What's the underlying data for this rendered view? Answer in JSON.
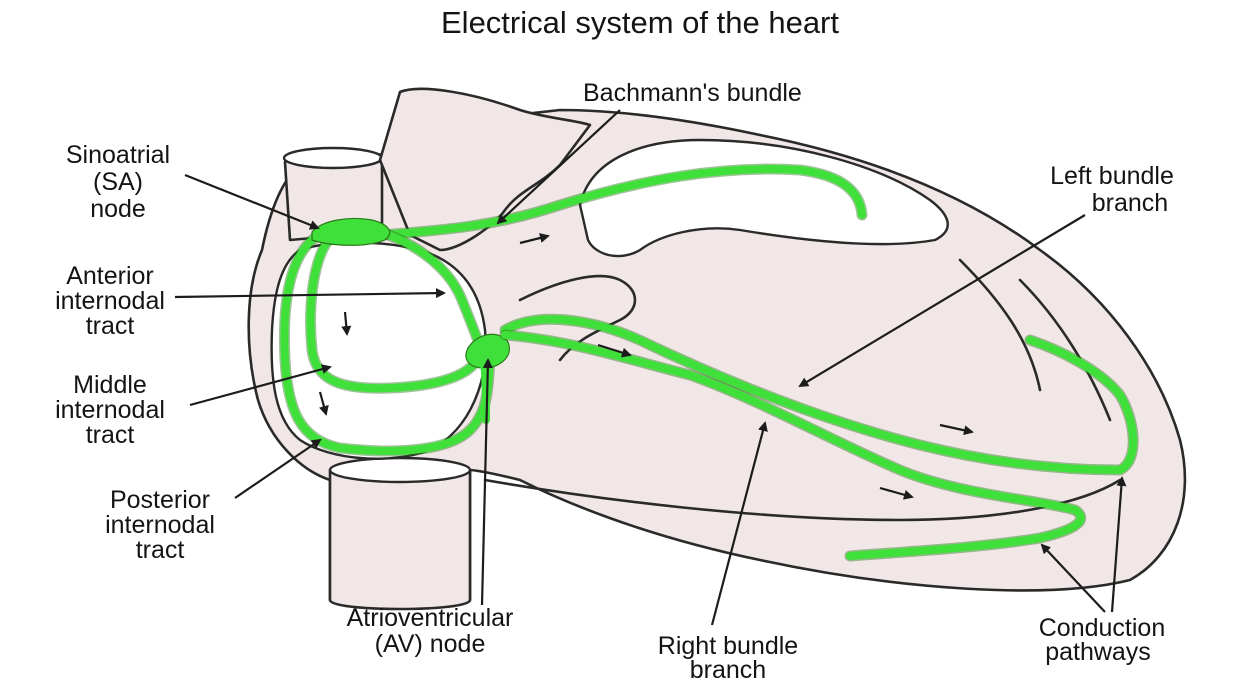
{
  "title": "Electrical system of the heart",
  "colors": {
    "conduction": "#3fe03a",
    "tissue": "#f1e7e7",
    "ink": "#2a2a2a"
  },
  "labels": {
    "bachmann": "Bachmann's bundle",
    "sa_line1": "Sinoatrial",
    "sa_line2": "(SA)",
    "sa_line3": "node",
    "left_bundle_line1": "Left bundle",
    "left_bundle_line2": "branch",
    "anterior_line1": "Anterior",
    "anterior_line2": "internodal",
    "anterior_line3": "tract",
    "middle_line1": "Middle",
    "middle_line2": "internodal",
    "middle_line3": "tract",
    "posterior_line1": "Posterior",
    "posterior_line2": "internodal",
    "posterior_line3": "tract",
    "av_line1": "Atrioventricular",
    "av_line2": "(AV) node",
    "right_bundle_line1": "Right bundle",
    "right_bundle_line2": "branch",
    "conduction_line1": "Conduction",
    "conduction_line2": "pathways"
  }
}
